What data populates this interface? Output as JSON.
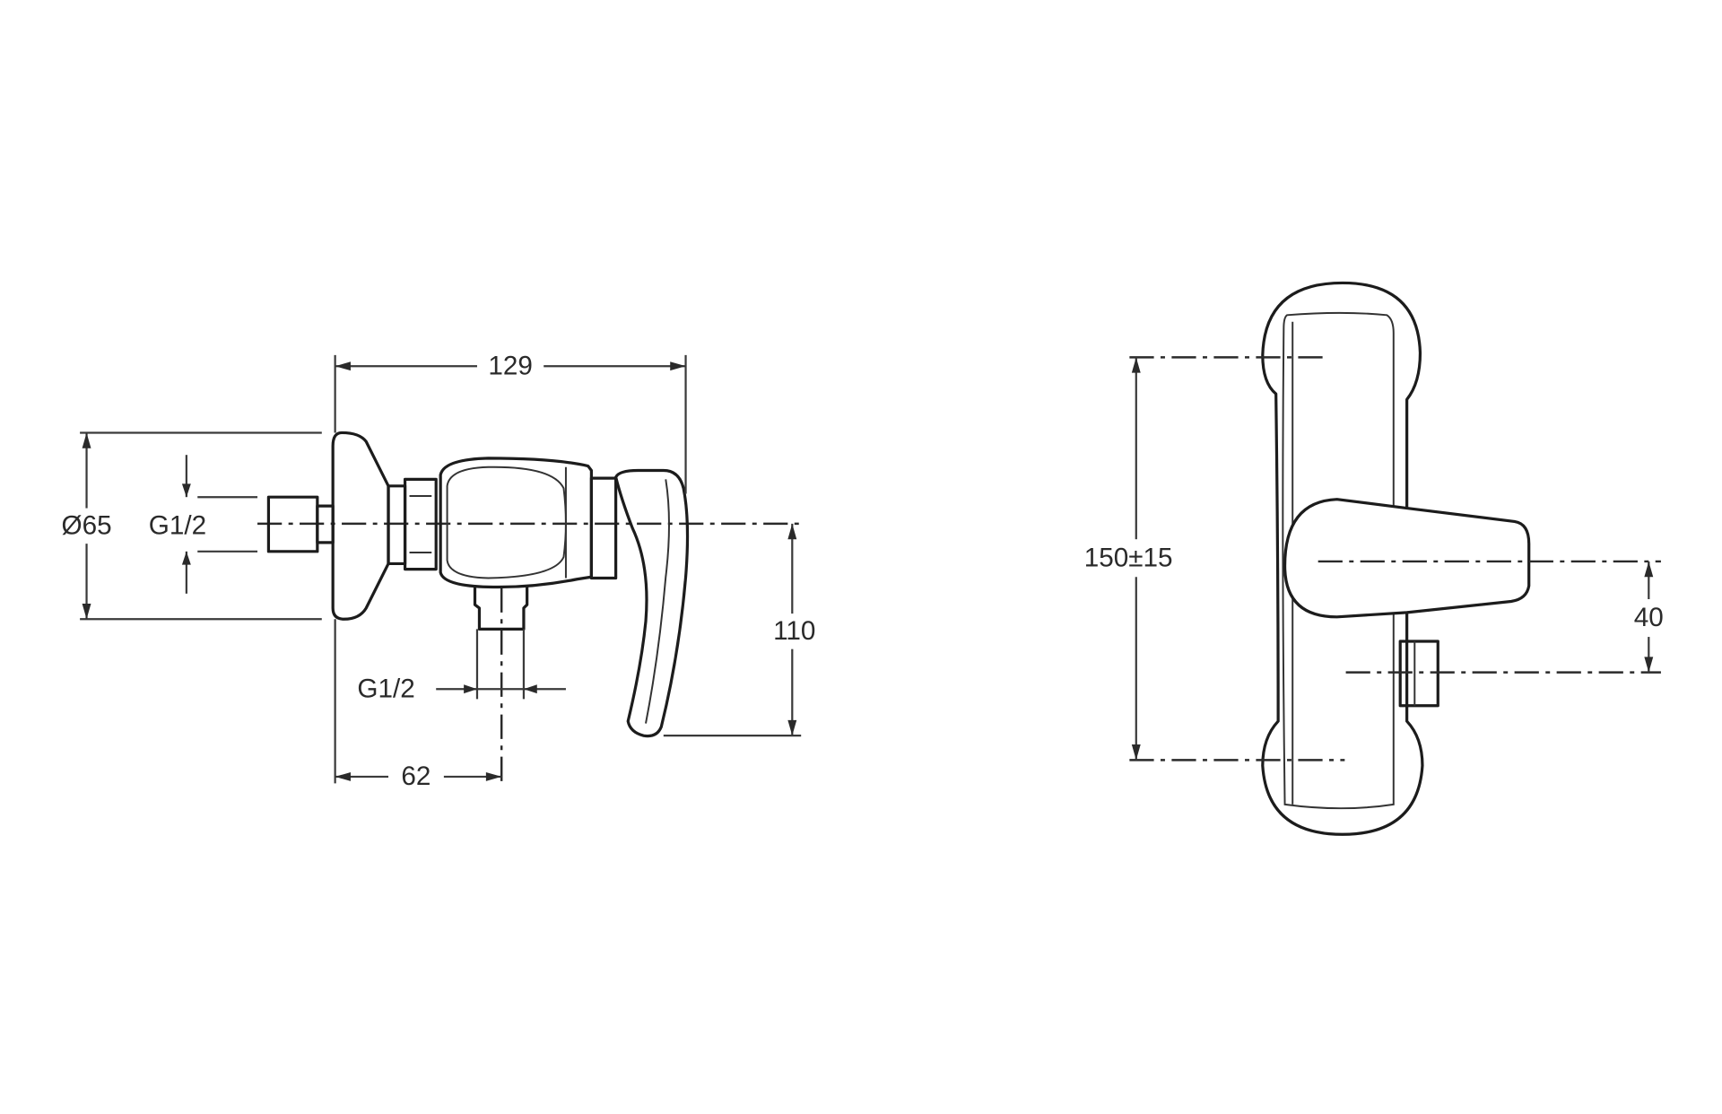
{
  "side_view": {
    "overall_length": "129",
    "flange_diameter": "Ø65",
    "inlet_thread": "G1/2",
    "outlet_thread": "G1/2",
    "outlet_offset": "62",
    "lever_drop": "110"
  },
  "front_view": {
    "fixing_distance": "150±15",
    "outlet_offset": "40"
  },
  "colors": {
    "line": "#1c1c1c",
    "background": "#ffffff"
  }
}
